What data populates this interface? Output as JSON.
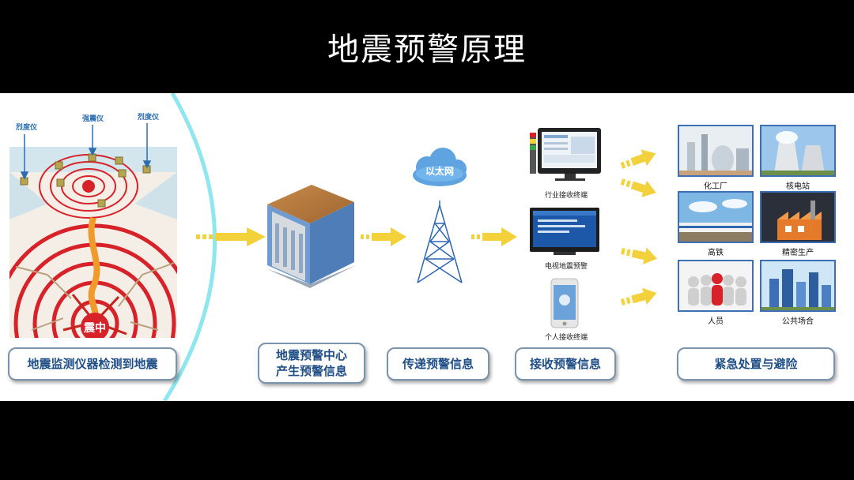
{
  "title": "地震预警原理",
  "instruments": {
    "left": "烈度仪",
    "center": "强震仪",
    "right": "烈度仪"
  },
  "epicenter_label": "震中",
  "cloud_label": "以太网",
  "receivers": {
    "industry": "行业接收终端",
    "tv": "电视地震预警",
    "personal": "个人接收终端"
  },
  "destinations": [
    "化工厂",
    "核电站",
    "高铁",
    "精密生产",
    "人员",
    "公共场合"
  ],
  "stages": {
    "detect": "地震监测仪器检测到地震",
    "center_line1": "地震预警中心",
    "center_line2": "产生预警信息",
    "transmit": "传递预警信息",
    "receive": "接收预警信息",
    "respond": "紧急处置与避险"
  },
  "colors": {
    "accent_blue": "#1f4e86",
    "arrow_yellow": "#f3d13a",
    "ring_red": "#d8222a",
    "border_cyan": "#8fe6ef"
  }
}
